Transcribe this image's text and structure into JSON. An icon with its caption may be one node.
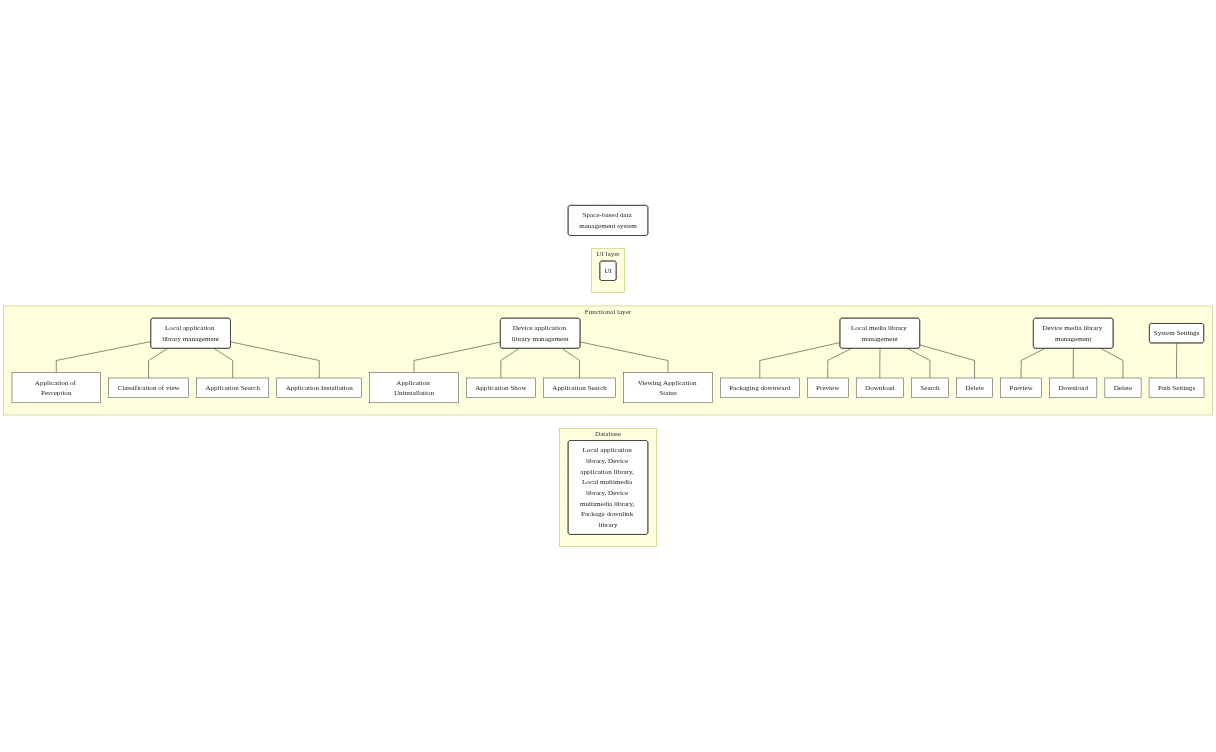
{
  "diagram": {
    "nodes": [
      {
        "text": [
          "Space-based data management system"
        ]
      },
      {
        "text": [
          "UI layer"
        ]
      },
      {
        "text": [
          "UI"
        ],
        "in": 1
      },
      {
        "text": [
          "Functional layer"
        ]
      },
      {
        "text": [
          "Local application library management"
        ],
        "in": 3
      },
      {
        "text": [
          "Application of Perception"
        ],
        "in": 3
      },
      {
        "text": [
          "Classification of view"
        ],
        "in": 3
      },
      {
        "text": [
          "Application Search"
        ],
        "in": 3
      },
      {
        "text": [
          "Application Installation"
        ],
        "in": 3
      },
      {
        "text": [
          "Device application library management"
        ],
        "in": 3
      },
      {
        "text": [
          "Application Uninstallation"
        ],
        "in": 3
      },
      {
        "text": [
          "Application Show"
        ],
        "in": 3
      },
      {
        "text": [
          "Application Search"
        ],
        "in": 3
      },
      {
        "text": [
          "Viewing Application Status"
        ],
        "in": 3
      },
      {
        "text": [
          "Local media library management"
        ],
        "in": 3
      },
      {
        "text": [
          "Packaging downward"
        ],
        "in": 3
      },
      {
        "text": [
          "Preview"
        ],
        "in": 3
      },
      {
        "text": [
          "Download"
        ],
        "in": 3
      },
      {
        "text": [
          "Search"
        ],
        "in": 3
      },
      {
        "text": [
          "Delete"
        ],
        "in": 3
      },
      {
        "text": [
          "Device media library management"
        ],
        "in": 3
      },
      {
        "text": [
          "Preview"
        ],
        "in": 3
      },
      {
        "text": [
          "Download"
        ],
        "in": 3
      },
      {
        "text": [
          "Delete"
        ],
        "in": 3
      },
      {
        "text": [
          "System Settings"
        ],
        "in": 3
      },
      {
        "text": [
          "Path Settings"
        ],
        "in": 3
      },
      {
        "text": [
          "Database"
        ]
      },
      {
        "text": [
          "Local application library, Device application library, Local multimedia library, Device multimedia library, Package downlink library"
        ],
        "in": 26
      }
    ],
    "edges": [
      {
        "from": 4,
        "to": 5,
        "arrow": "none"
      },
      {
        "from": 4,
        "to": 6,
        "arrow": "none"
      },
      {
        "from": 4,
        "to": 7,
        "arrow": "none"
      },
      {
        "from": 4,
        "to": 8,
        "arrow": "none"
      },
      {
        "from": 9,
        "to": 10,
        "arrow": "none"
      },
      {
        "from": 9,
        "to": 11,
        "arrow": "none"
      },
      {
        "from": 9,
        "to": 12,
        "arrow": "none"
      },
      {
        "from": 9,
        "to": 13,
        "arrow": "none"
      },
      {
        "from": 14,
        "to": 15,
        "arrow": "none"
      },
      {
        "from": 14,
        "to": 16,
        "arrow": "none"
      },
      {
        "from": 14,
        "to": 17,
        "arrow": "none"
      },
      {
        "from": 14,
        "to": 18,
        "arrow": "none"
      },
      {
        "from": 14,
        "to": 19,
        "arrow": "none"
      },
      {
        "from": 20,
        "to": 21,
        "arrow": "none"
      },
      {
        "from": 20,
        "to": 22,
        "arrow": "none"
      },
      {
        "from": 20,
        "to": 23,
        "arrow": "none"
      },
      {
        "from": 24,
        "to": 25,
        "arrow": "none"
      }
    ]
  }
}
